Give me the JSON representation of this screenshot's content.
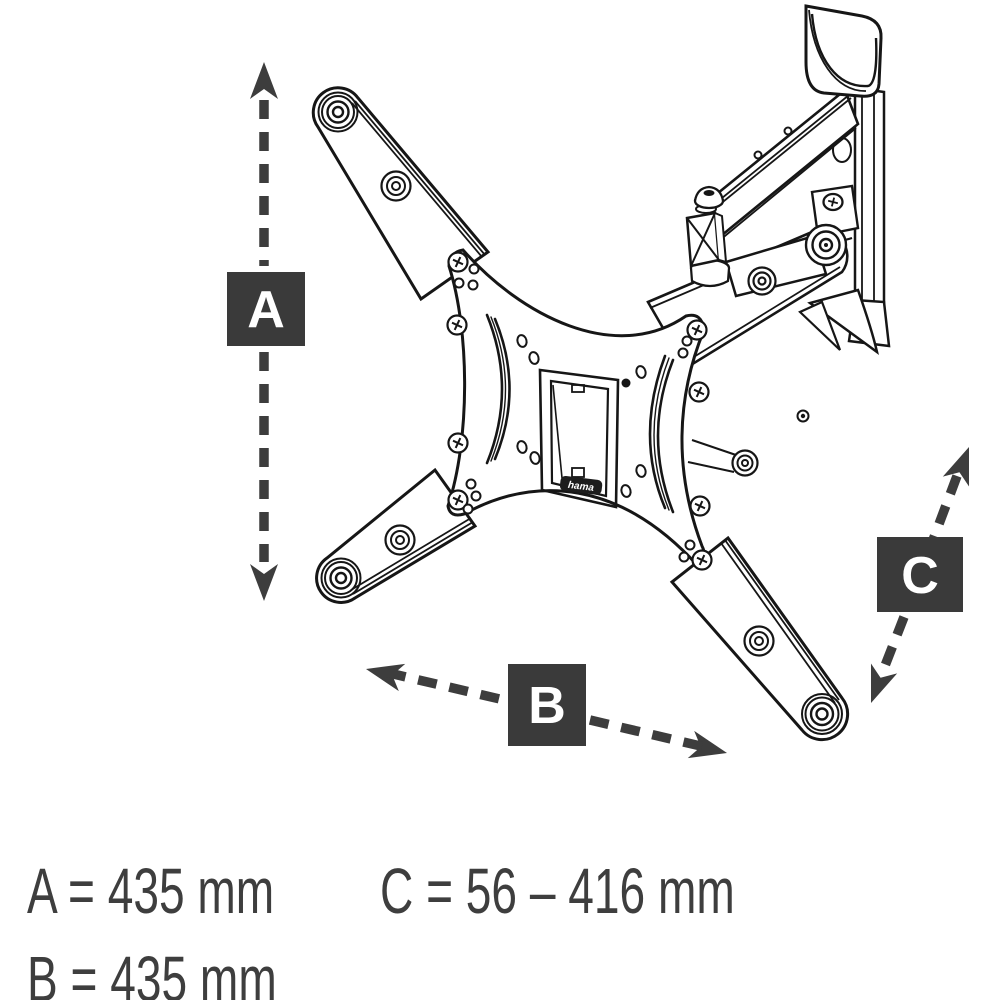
{
  "meta": {
    "description": "Dimension diagram of a full-motion articulating TV wall mount with VESA plate",
    "background": "#ffffff"
  },
  "drawing": {
    "logo": "hama"
  },
  "annotations": {
    "a": {
      "label": "A"
    },
    "b": {
      "label": "B"
    },
    "c": {
      "label": "C"
    }
  },
  "dimensions": {
    "a": "A = 435 mm",
    "b": "B = 435 mm",
    "c": "C = 56 – 416 mm"
  },
  "colors": {
    "line_art": "#161616",
    "annotation_arrow": "#3d3d3d",
    "label_box": "#3a3a3a",
    "label_text": "#ffffff",
    "dimension_text": "#3e3e3e"
  }
}
